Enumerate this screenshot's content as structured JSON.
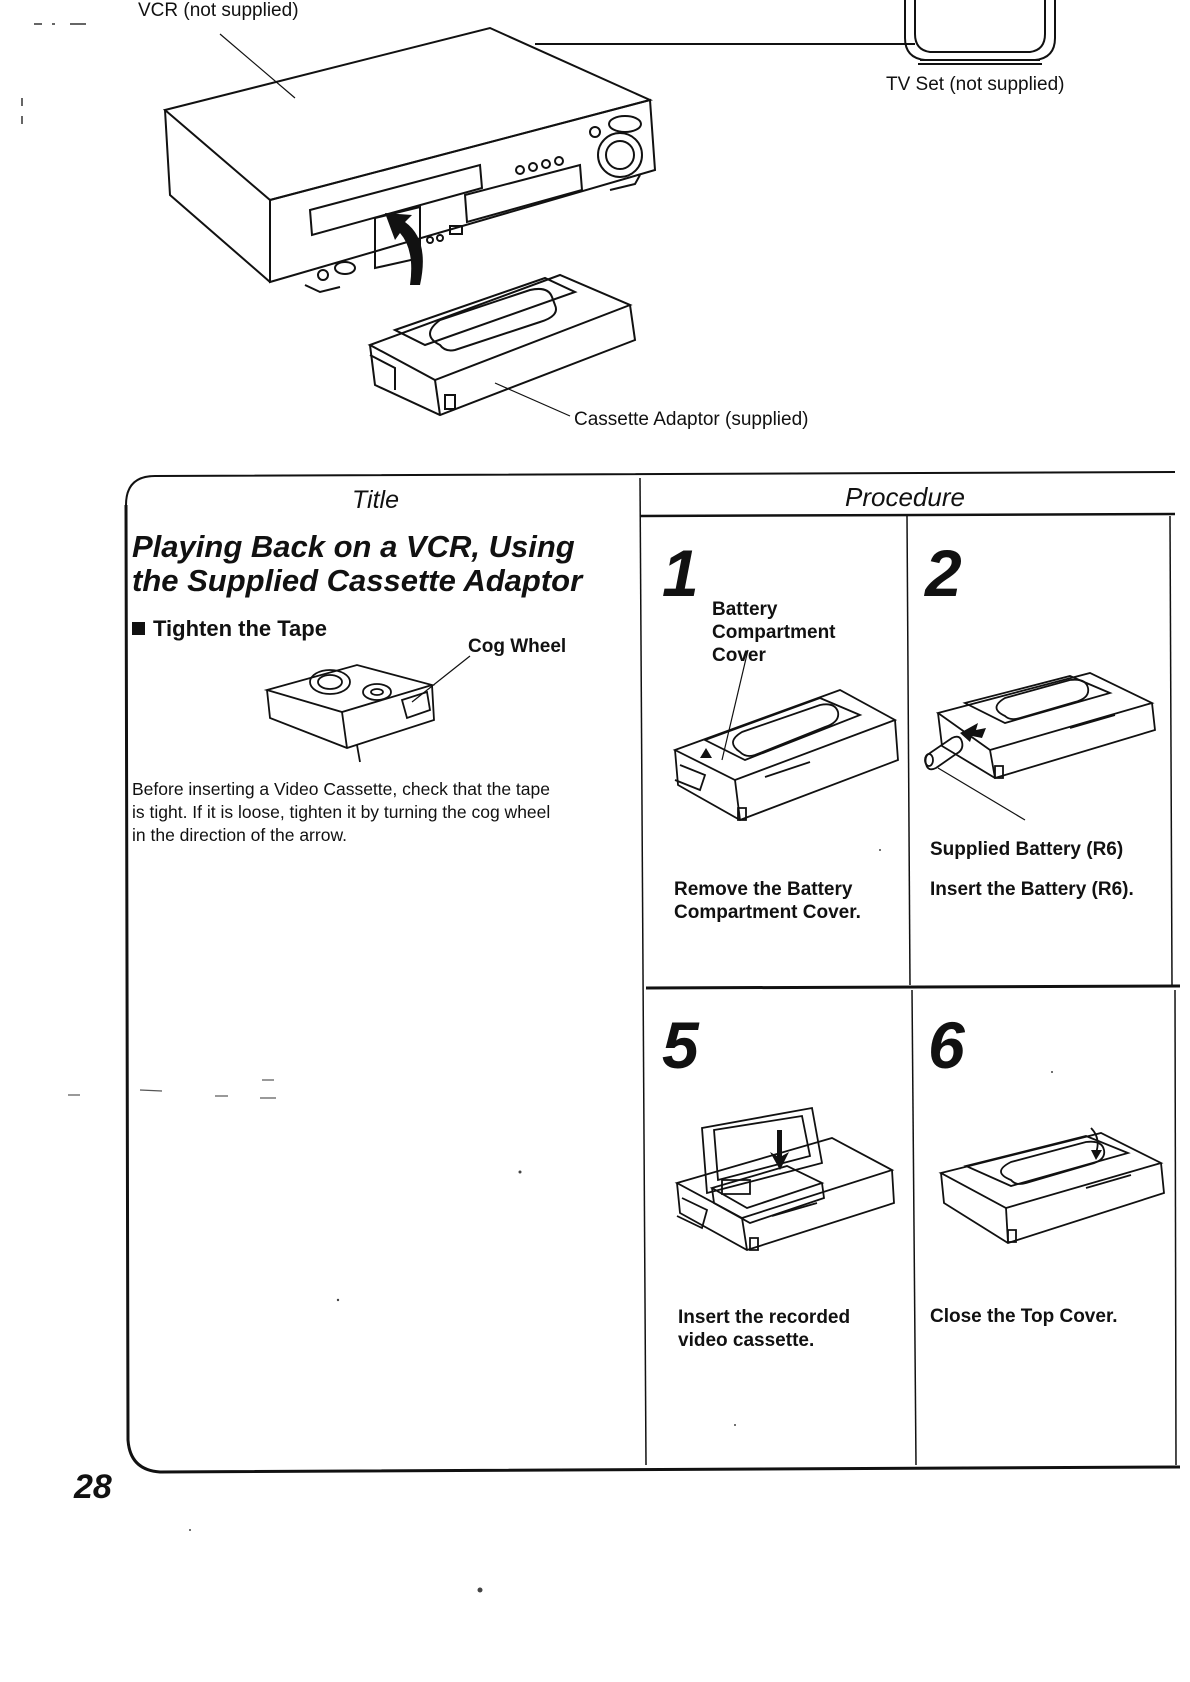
{
  "illustration": {
    "vcr_label": "VCR (not supplied)",
    "tv_label": "TV Set (not supplied)",
    "adaptor_label": "Cassette Adaptor (supplied)"
  },
  "table": {
    "title_header": "Title",
    "procedure_header": "Procedure"
  },
  "section": {
    "heading_line1": "Playing Back on a VCR, Using",
    "heading_line2": "the Supplied Cassette Adaptor",
    "subheading": "Tighten the Tape",
    "cog_label": "Cog Wheel",
    "body_lines": [
      "Before inserting a Video Cassette, check that the tape",
      "is tight. If it is loose, tighten it by turning the cog wheel",
      "in the direction of the arrow."
    ]
  },
  "steps": [
    {
      "number": "1",
      "callout_lines": [
        "Battery",
        "Compartment",
        "Cover"
      ],
      "caption_lines": [
        "Remove the Battery",
        "Compartment Cover."
      ]
    },
    {
      "number": "2",
      "callout_lines": [
        "Supplied Battery (R6)"
      ],
      "caption_lines": [
        "Insert the Battery (R6)."
      ]
    },
    {
      "number": "5",
      "caption_lines": [
        "Insert the recorded",
        "video cassette."
      ]
    },
    {
      "number": "6",
      "caption_lines": [
        "Close the Top Cover."
      ]
    }
  ],
  "page_number": "28"
}
